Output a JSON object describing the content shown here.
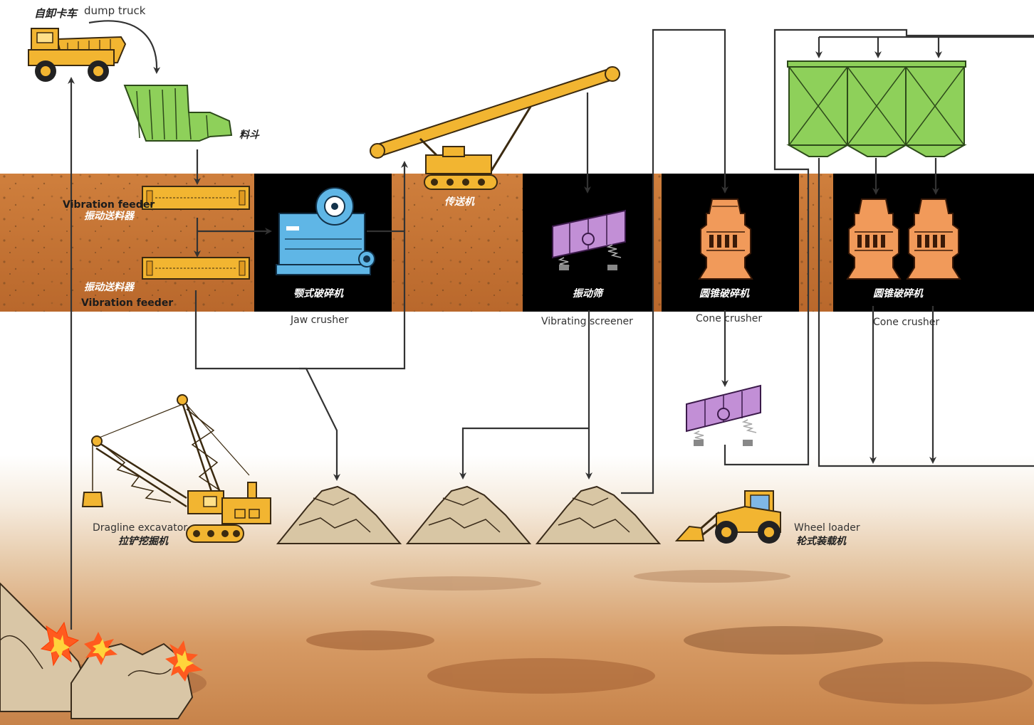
{
  "labels": {
    "dump_truck_cn": "自卸卡车",
    "dump_truck_en": "dump truck",
    "hopper_cn": "料斗",
    "feeder1_en": "Vibration feeder",
    "feeder1_cn": "振动送料器",
    "feeder2_cn": "振动送料器",
    "feeder2_en": "Vibration feeder",
    "jaw_cn": "颚式破碎机",
    "jaw_en": "Jaw crusher",
    "conveyor_cn": "传送机",
    "screen_cn": "振动筛",
    "screen_en": "Vibrating screener",
    "cone1_cn": "圆锥破碎机",
    "cone1_en": "Cone crusher",
    "cone2_cn": "圆锥破碎机",
    "cone2_en": "Cone crusher",
    "dragline_en": "Dragline excavator",
    "dragline_cn": "拉铲挖掘机",
    "loader_en": "Wheel loader",
    "loader_cn": "轮式装载机"
  },
  "colors": {
    "equipment_yellow": "#f2b531",
    "hopper_green": "#8ed05a",
    "jaw_blue": "#5fb6e6",
    "screen_purple": "#c28fd6",
    "cone_orange": "#f19a5a",
    "black_panel": "#000000",
    "earth_orange": "#c9793a",
    "pile_tan": "#d8c6a4",
    "arrow_line": "#333333"
  }
}
